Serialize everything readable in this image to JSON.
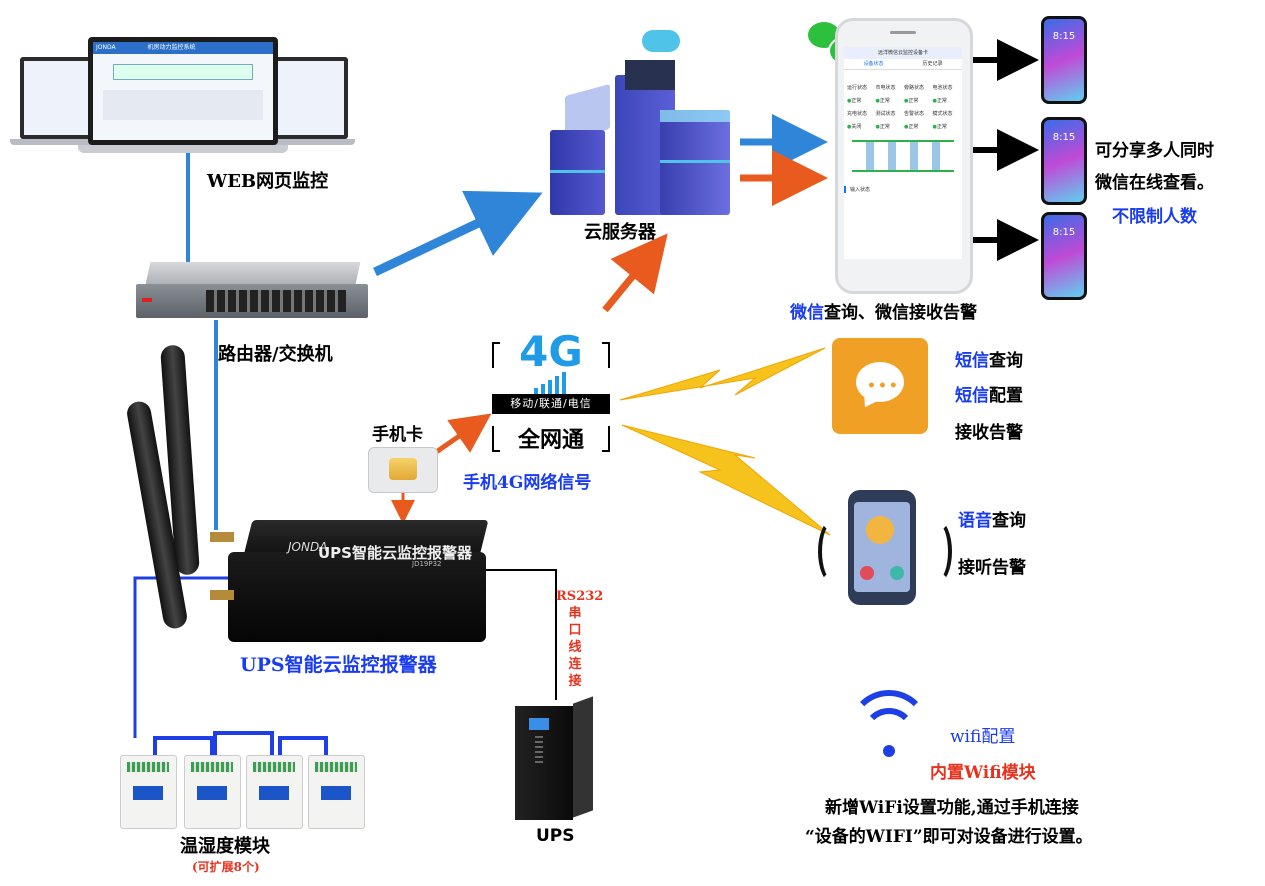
{
  "labels": {
    "web_monitor": "WEB网页监控",
    "router": "路由器/交换机",
    "cloud_server": "云服务器",
    "sim_card": "手机卡",
    "network_signal": "手机4G网络信号",
    "device": "UPS智能云监控报警器",
    "rs232": [
      "RS232",
      "串",
      "口",
      "线",
      "连",
      "接"
    ],
    "ups": "UPS",
    "temp_module": "温湿度模块",
    "temp_module_note": "(可扩展8个)",
    "share_line1": "可分享多人同时",
    "share_line2": "微信在线查看。",
    "share_line3": "不限制人数",
    "wechat_prefix": "微信",
    "wechat_text": "查询、微信接收告警",
    "sms_q_prefix": "短信",
    "sms_q_text": "查询",
    "sms_c_prefix": "短信",
    "sms_c_text": "配置",
    "sms_alarm": "接收告警",
    "voice_prefix": "语音",
    "voice_text": "查询",
    "voice_alarm": "接听告警",
    "wifi_config": "wifi配置",
    "wifi_builtin": "内置Wifi模块",
    "wifi_desc1": "新增WiFi设置功能,通过手机连接",
    "wifi_desc2": "“设备的WIFI”即可对设备进行设置。"
  },
  "badge": {
    "big": "4G",
    "carriers": "移动/联通/电信",
    "all_network": "全网通"
  },
  "device_face": {
    "brand": "JONDA",
    "title": "UPS智能云监控报警器",
    "model": "JD19P32"
  },
  "laptop_screen": {
    "brand": "JONDA",
    "title": "机房动力监控系统"
  },
  "phone_app": {
    "header": "远洋微信云监控设备卡",
    "tab1": "设备状态",
    "tab2": "历史记录",
    "section": "输入状态",
    "status_items": [
      "运行状态",
      "市电状态",
      "旁路状态",
      "电池状态",
      "充电状态",
      "测试状态",
      "告警状态",
      "模式状态"
    ],
    "status_values": [
      "正常",
      "正常",
      "正常",
      "正常",
      "关闭",
      "正常",
      "正常",
      "正常"
    ]
  },
  "phone_time": "8:15",
  "colors": {
    "blue_line": "#2f86d8",
    "orange": "#e85a1e",
    "label_blue": "#1a3cf0",
    "label_red": "#e8321e"
  }
}
